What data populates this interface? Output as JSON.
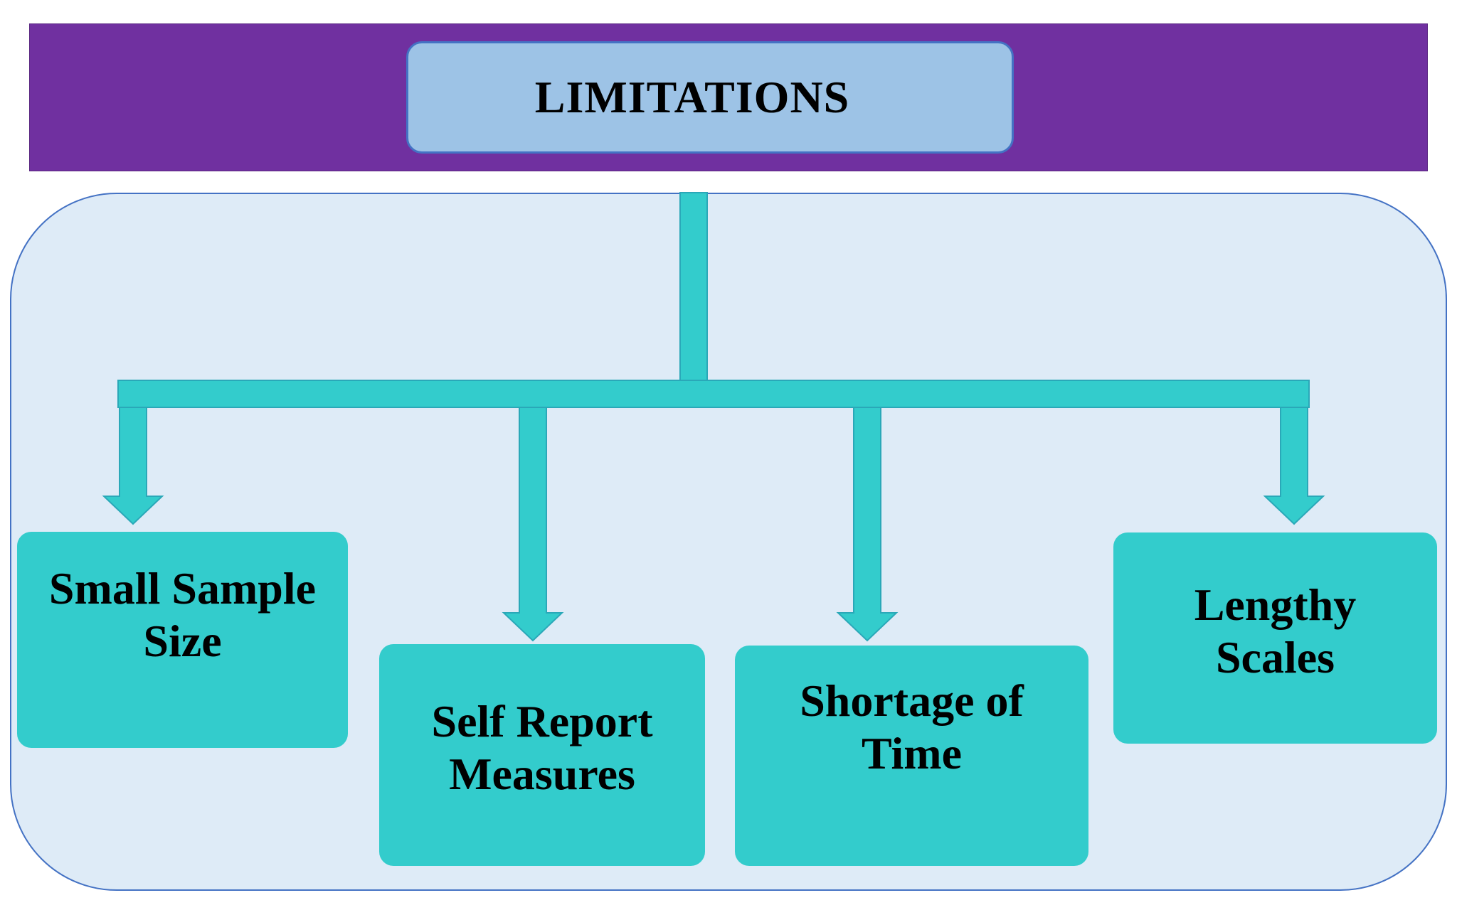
{
  "diagram": {
    "title": "LIMITATIONS",
    "nodes": [
      {
        "label_line1": "Small Sample",
        "label_line2": "Size"
      },
      {
        "label_line1": "Self Report",
        "label_line2": "Measures"
      },
      {
        "label_line1": "Shortage of",
        "label_line2": "Time"
      },
      {
        "label_line1": "Lengthy",
        "label_line2": "Scales"
      }
    ]
  },
  "colors": {
    "banner": "#7030a0",
    "title_box": "#9dc3e6",
    "panel": "#deebf7",
    "node": "#33cccc",
    "connector": "#33cccc"
  }
}
